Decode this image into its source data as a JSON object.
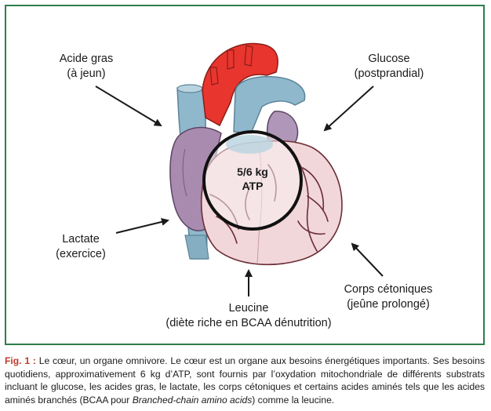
{
  "center": {
    "line1": "5/6 kg",
    "line2": "ATP"
  },
  "labels": [
    {
      "id": "acide-gras",
      "line1": "Acide gras",
      "line2": "(à jeun)"
    },
    {
      "id": "glucose",
      "line1": "Glucose",
      "line2": "(postprandial)"
    },
    {
      "id": "lactate",
      "line1": "Lactate",
      "line2": "(exercice)"
    },
    {
      "id": "leucine",
      "line1": "Leucine",
      "line2": "(diète riche en BCAA dénutrition)"
    },
    {
      "id": "corps-cetoniques",
      "line1": "Corps cétoniques",
      "line2": "(jeûne prolongé)"
    }
  ],
  "caption": {
    "fig_label": "Fig. 1 :",
    "text_before": " Le cœur, un organe omnivore. Le cœur est un organe aux besoins énergétiques importants. Ses besoins quotidiens, approximativement 6 kg d’ATP, sont fournis par l’oxydation mitochondriale de différents substrats incluant le glucose, les acides gras, le lactate, les corps cétoniques et certains acides aminés tels que les acides aminés branchés (BCAA pour ",
    "text_italic": "Branched-chain amino acids",
    "text_after": ") comme la leucine."
  },
  "colors": {
    "frame": "#2e7d4a",
    "aorta": "#e8352e",
    "vessels_blue": "#8fb8cc",
    "atrium_purple": "#a98bb0",
    "ventricle_pink": "#f1d7da",
    "coronary": "#6b2d35",
    "fig_label": "#c0392b"
  }
}
